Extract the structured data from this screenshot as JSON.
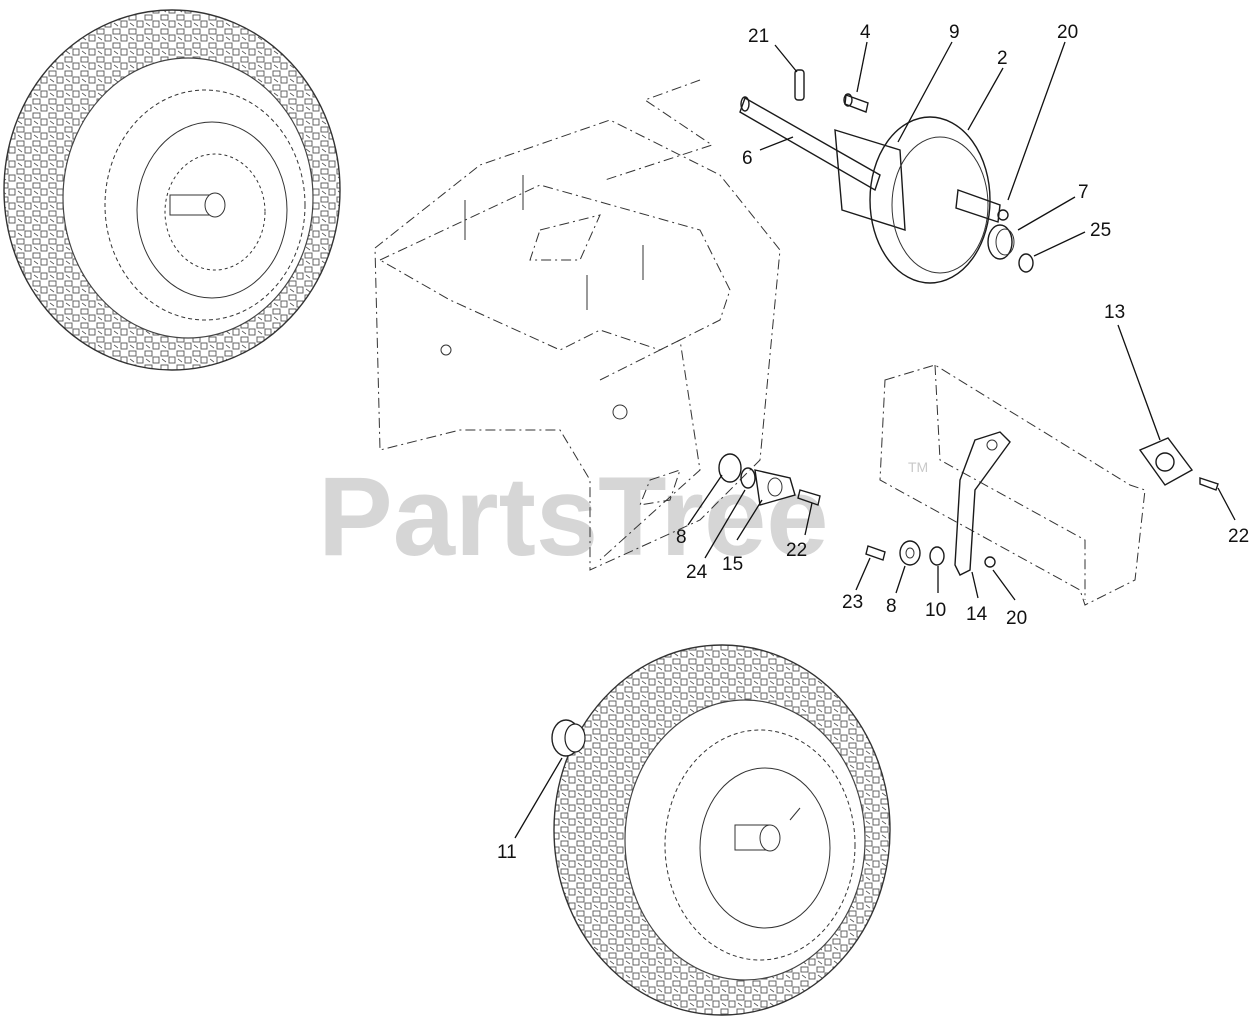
{
  "watermark": {
    "text": "PartsTree",
    "trademark": "TM"
  },
  "callouts": {
    "c21": "21",
    "c4": "4",
    "c9": "9",
    "c2": "2",
    "c20a": "20",
    "c6": "6",
    "c7": "7",
    "c25": "25",
    "c13": "13",
    "c22a": "22",
    "c8a": "8",
    "c24": "24",
    "c15": "15",
    "c22b": "22",
    "c23": "23",
    "c8b": "8",
    "c10": "10",
    "c14": "14",
    "c20b": "20",
    "c11": "11"
  }
}
